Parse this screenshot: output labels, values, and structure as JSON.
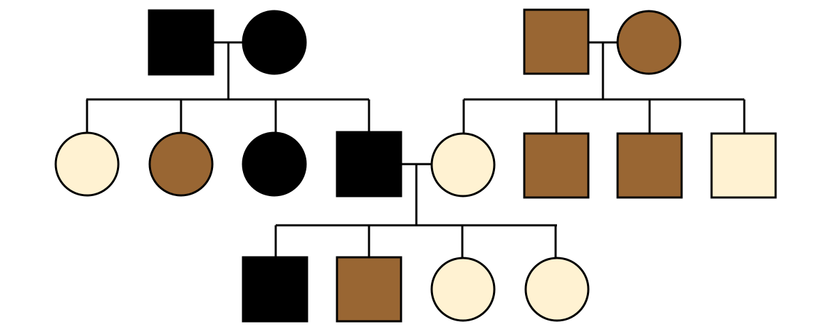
{
  "colors": {
    "black": "#000000",
    "brown": "#996633",
    "cream": "#fff2d2",
    "line": "#000000"
  },
  "pedigree": {
    "generation_1": {
      "family_left": [
        {
          "id": "g1-left-father",
          "sex": "male",
          "phenotype": "black"
        },
        {
          "id": "g1-left-mother",
          "sex": "female",
          "phenotype": "black"
        }
      ],
      "family_right": [
        {
          "id": "g1-right-father",
          "sex": "male",
          "phenotype": "brown"
        },
        {
          "id": "g1-right-mother",
          "sex": "female",
          "phenotype": "brown"
        }
      ]
    },
    "generation_2": {
      "left_children": [
        {
          "id": "g2-left-child-1",
          "sex": "female",
          "phenotype": "cream"
        },
        {
          "id": "g2-left-child-2",
          "sex": "female",
          "phenotype": "brown"
        },
        {
          "id": "g2-left-child-3",
          "sex": "female",
          "phenotype": "black"
        },
        {
          "id": "g2-left-child-4",
          "sex": "male",
          "phenotype": "black"
        }
      ],
      "right_children": [
        {
          "id": "g2-right-child-1",
          "sex": "female",
          "phenotype": "cream"
        },
        {
          "id": "g2-right-child-2",
          "sex": "male",
          "phenotype": "brown"
        },
        {
          "id": "g2-right-child-3",
          "sex": "male",
          "phenotype": "brown"
        },
        {
          "id": "g2-right-child-4",
          "sex": "male",
          "phenotype": "cream"
        }
      ]
    },
    "generation_3": {
      "children": [
        {
          "id": "g3-child-1",
          "sex": "male",
          "phenotype": "black"
        },
        {
          "id": "g3-child-2",
          "sex": "male",
          "phenotype": "brown"
        },
        {
          "id": "g3-child-3",
          "sex": "female",
          "phenotype": "cream"
        },
        {
          "id": "g3-child-4",
          "sex": "female",
          "phenotype": "cream"
        }
      ]
    }
  }
}
